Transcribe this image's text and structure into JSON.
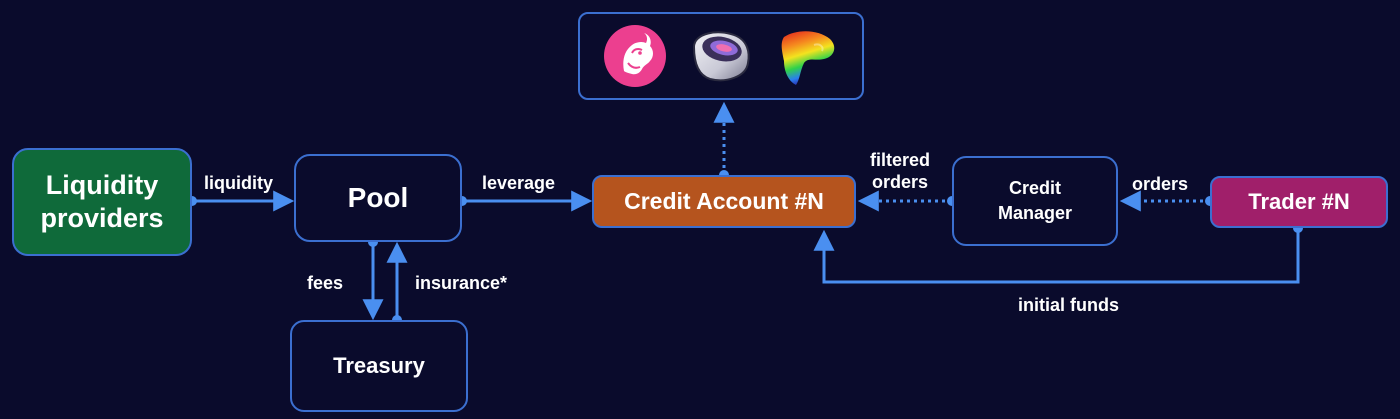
{
  "nodes": {
    "liquidity_providers": [
      "Liquidity",
      "providers"
    ],
    "pool": "Pool",
    "treasury": "Treasury",
    "credit_account": "Credit Account #N",
    "credit_manager": [
      "Credit",
      "Manager"
    ],
    "trader": "Trader #N"
  },
  "edges": {
    "liquidity": "liquidity",
    "leverage": "leverage",
    "fees": "fees",
    "insurance": "insurance*",
    "filtered_orders": [
      "filtered",
      "orders"
    ],
    "orders": "orders",
    "initial_funds": "initial funds"
  },
  "protocols": [
    {
      "icon": "uniswap-unicorn-icon"
    },
    {
      "icon": "sushi-ring-icon"
    },
    {
      "icon": "curve-rainbow-icon"
    }
  ],
  "colors": {
    "background": "#0a0b2c",
    "border": "#3b6fd0",
    "connector": "#4a8ff0",
    "liquidity_providers_fill": "#0f6a3a",
    "credit_account_fill": "#b5541e",
    "trader_fill": "#a01f6a"
  }
}
